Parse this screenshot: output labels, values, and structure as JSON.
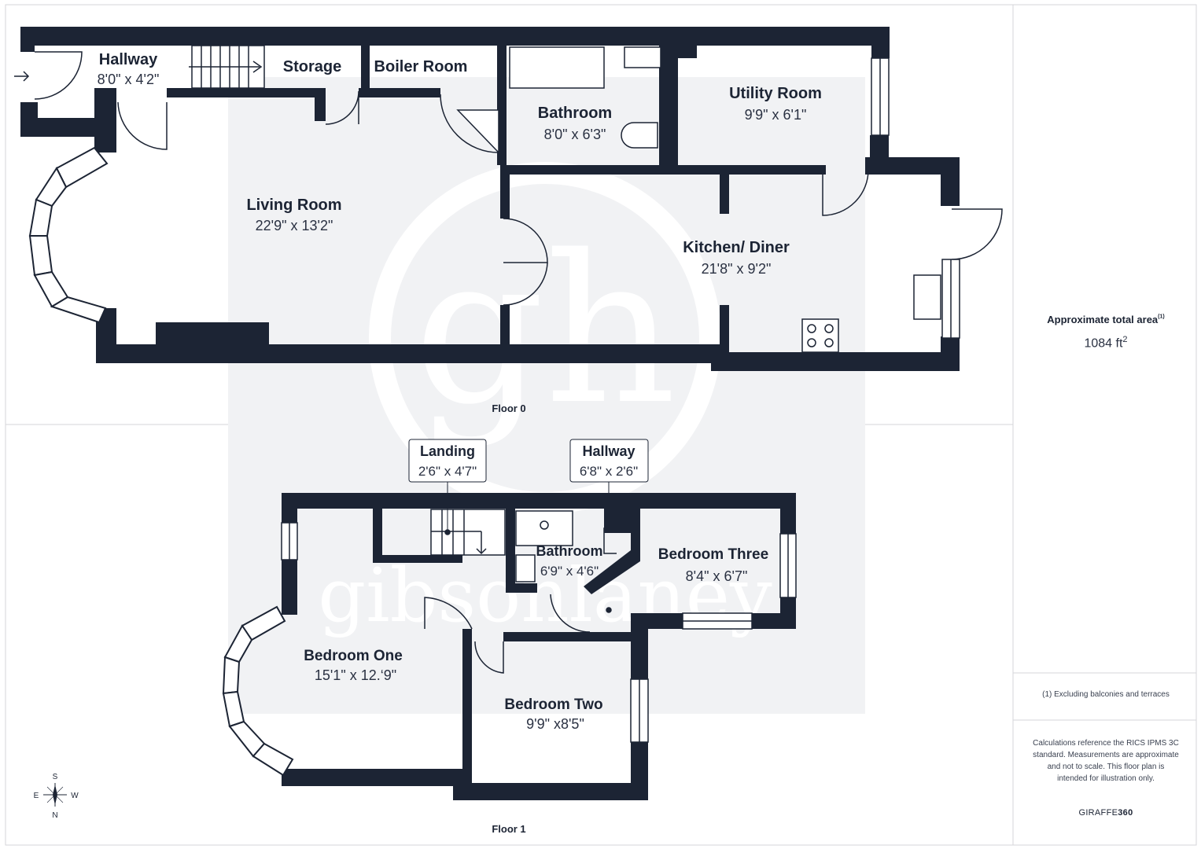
{
  "floors": {
    "ground": {
      "label": "Floor 0",
      "rooms": {
        "hallway": {
          "name": "Hallway",
          "dims": "8'0\" x 4'2\""
        },
        "storage": {
          "name": "Storage"
        },
        "boiler": {
          "name": "Boiler Room"
        },
        "bathroom": {
          "name": "Bathroom",
          "dims": "8'0\" x 6'3\""
        },
        "utility": {
          "name": "Utility Room",
          "dims": "9'9\" x 6'1\""
        },
        "living": {
          "name": "Living Room",
          "dims": "22'9\" x 13'2\""
        },
        "kitchen": {
          "name": "Kitchen/ Diner",
          "dims": "21'8\" x 9'2\""
        }
      }
    },
    "first": {
      "label": "Floor 1",
      "rooms": {
        "landing": {
          "name": "Landing",
          "dims": "2'6\" x 4'7\""
        },
        "hallway": {
          "name": "Hallway",
          "dims": "6'8\" x 2'6\""
        },
        "bathroom": {
          "name": "Bathroom",
          "dims": "6'9\" x 4'6\""
        },
        "bed_three": {
          "name": "Bedroom Three",
          "dims": "8'4\" x 6'7\""
        },
        "bed_one": {
          "name": "Bedroom One",
          "dims": "15'1\" x 12.‘9\""
        },
        "bed_two": {
          "name": "Bedroom Two",
          "dims": "9'9\" x8'5\""
        }
      }
    }
  },
  "compass": {
    "s": "S",
    "e": "E",
    "w": "W",
    "n": "N"
  },
  "watermark": {
    "logo": "gh",
    "text": "gibsonlaney"
  },
  "sidebar": {
    "area_title": "Approximate total area",
    "area_footnote_mark": "(1)",
    "area_value": "1084 ft",
    "area_unit_sup": "2",
    "footnote": "(1) Excluding balconies and terraces",
    "disclaimer": "Calculations reference the RICS IPMS 3C standard. Measurements are approximate and not to scale. This floor plan is intended for illustration only.",
    "brand_a": "GIRAFFE",
    "brand_b": "360"
  },
  "colors": {
    "wall": "#1c2434",
    "room_fill": "#f3f4f6",
    "watermark": "#e9ebef",
    "border": "#d4d6da"
  }
}
